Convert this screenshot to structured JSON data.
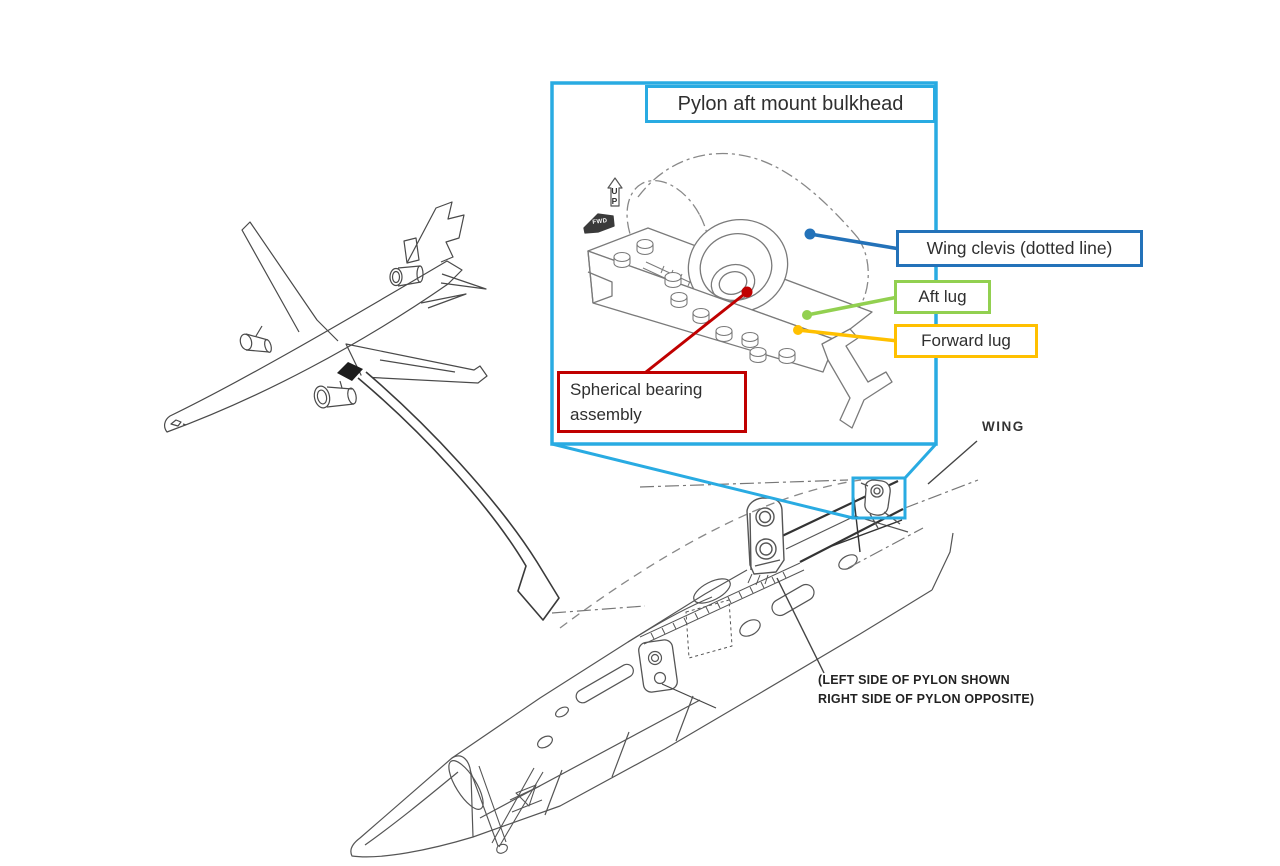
{
  "inset": {
    "title": "Pylon aft mount bulkhead",
    "frame_color": "#29abe2",
    "callouts": {
      "wing_clevis": {
        "label": "Wing clevis (dotted line)",
        "color": "#2372b9"
      },
      "aft_lug": {
        "label": "Aft lug",
        "color": "#92d050"
      },
      "forward_lug": {
        "label": "Forward lug",
        "color": "#ffc000"
      },
      "spherical_bearing": {
        "label_line1": "Spherical bearing",
        "label_line2": "assembly",
        "color": "#c00000"
      }
    },
    "direction_markers": {
      "up": "UP",
      "fwd": "FWD"
    }
  },
  "pylon_view": {
    "wing_label": "WING",
    "note_line1": "(LEFT SIDE OF PYLON SHOWN",
    "note_line2": "RIGHT SIDE OF PYLON OPPOSITE)"
  }
}
